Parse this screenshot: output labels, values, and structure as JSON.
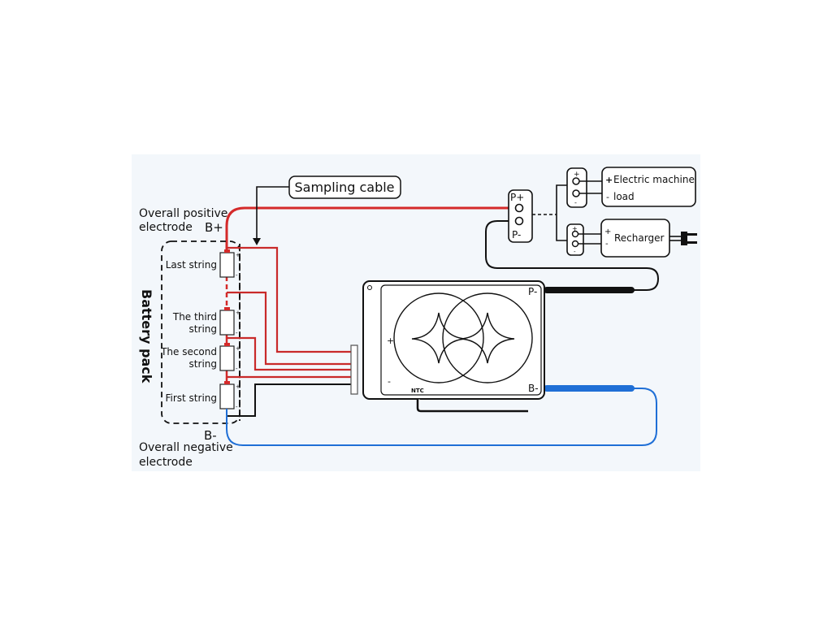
{
  "diagram": {
    "title_callout": "Sampling cable",
    "positive_electrode": {
      "line1": "Overall positive",
      "line2": "electrode",
      "terminal": "B+"
    },
    "negative_electrode": {
      "line1": "Overall negative",
      "line2": "electrode",
      "terminal": "B-"
    },
    "battery_pack_label": "Battery pack",
    "cells": [
      {
        "label_lines": [
          "Last string"
        ]
      },
      {
        "label_lines": [
          "The third",
          "string"
        ]
      },
      {
        "label_lines": [
          "The second",
          "string"
        ]
      },
      {
        "label_lines": [
          "First string"
        ]
      }
    ],
    "cell_polarity": {
      "plus": "+",
      "minus": "-"
    },
    "bms_board": {
      "terminals": {
        "p_minus": "P-",
        "b_minus": "B-",
        "plus": "+",
        "minus": "-"
      },
      "ntc_label": "NTC"
    },
    "output_port": {
      "p_plus": "P+",
      "p_minus": "P-"
    },
    "devices": [
      {
        "name": "electric-machine-load",
        "plus": "+",
        "minus": "-",
        "line1": "Electric machine",
        "line2": "load"
      },
      {
        "name": "recharger",
        "plus": "+",
        "minus": "-",
        "line1": "Recharger"
      }
    ],
    "colors": {
      "positive_wire": "#d42a2a",
      "negative_wire": "#1f6fd6",
      "sampling_wire_red": "#c92a2a",
      "black_wire": "#111111",
      "background": "#f3f7fb"
    }
  }
}
